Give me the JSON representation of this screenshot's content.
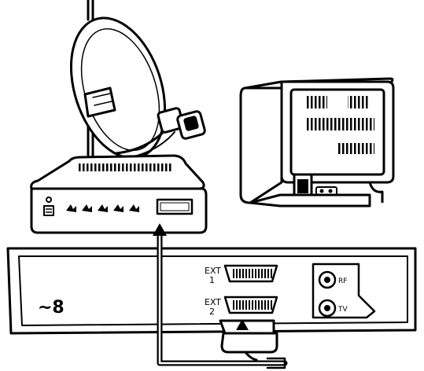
{
  "colors": {
    "ink": "#000000",
    "paper": "#ffffff"
  },
  "icons": [
    "satellite-dish-icon",
    "satellite-receiver-icon",
    "television-icon",
    "vcr-icon",
    "scart-plug-icon"
  ],
  "vcr": {
    "mains_label": "~8",
    "ext1_label": "EXT",
    "ext1_number": "1",
    "ext2_label": "EXT",
    "ext2_number": "2",
    "rf_in_label": "RF",
    "tv_out_label": "TV"
  }
}
